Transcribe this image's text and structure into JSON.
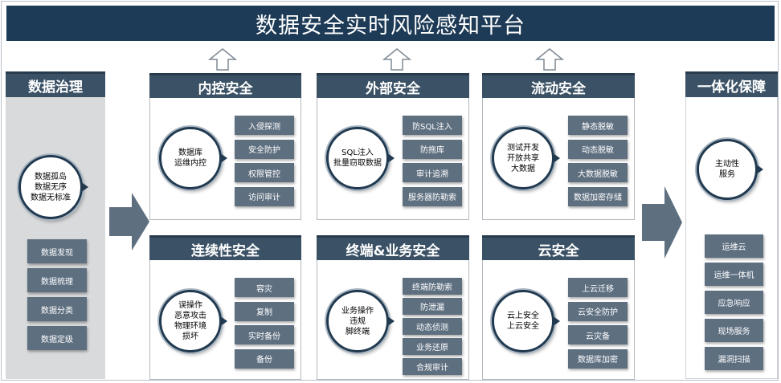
{
  "title": "数据安全实时风险感知平台",
  "left_panel": {
    "header": "数据治理",
    "circle": "数据孤岛\n数据无序\n数据无标准",
    "items": [
      "数据发现",
      "数据梳理",
      "数据分类",
      "数据定级"
    ]
  },
  "right_panel": {
    "header": "一体化保障",
    "circle": "主动性\n服务",
    "items": [
      "运维云",
      "运维一体机",
      "应急响应",
      "现场服务",
      "漏洞扫描"
    ]
  },
  "modules": [
    {
      "header": "内控安全",
      "circle": "数据库\n运维内控",
      "items": [
        "入侵探测",
        "安全防护",
        "权限管控",
        "访问审计"
      ]
    },
    {
      "header": "外部安全",
      "circle": "SQL注入\n批量窃取数据",
      "items": [
        "防SQL注入",
        "防拖库",
        "审计追溯",
        "服务器防勒索"
      ]
    },
    {
      "header": "流动安全",
      "circle": "测试开发\n开放共享\n大数据",
      "items": [
        "静态脱敏",
        "动态脱敏",
        "大数据脱敏",
        "数据加密存储"
      ]
    },
    {
      "header": "连续性安全",
      "circle": "误操作\n恶意攻击\n物理环境\n损坏",
      "items": [
        "容灾",
        "复制",
        "实时备份",
        "备份"
      ]
    },
    {
      "header": "终端&业务安全",
      "circle": "业务操作\n违规\n脚终端",
      "items": [
        "终端防勒索",
        "防泄漏",
        "动态侦测",
        "业务还原",
        "合规审计"
      ]
    },
    {
      "header": "云安全",
      "circle": "云上安全\n上云安全",
      "items": [
        "上云迁移",
        "云安全防护",
        "云灾备",
        "数据库加密"
      ]
    }
  ]
}
